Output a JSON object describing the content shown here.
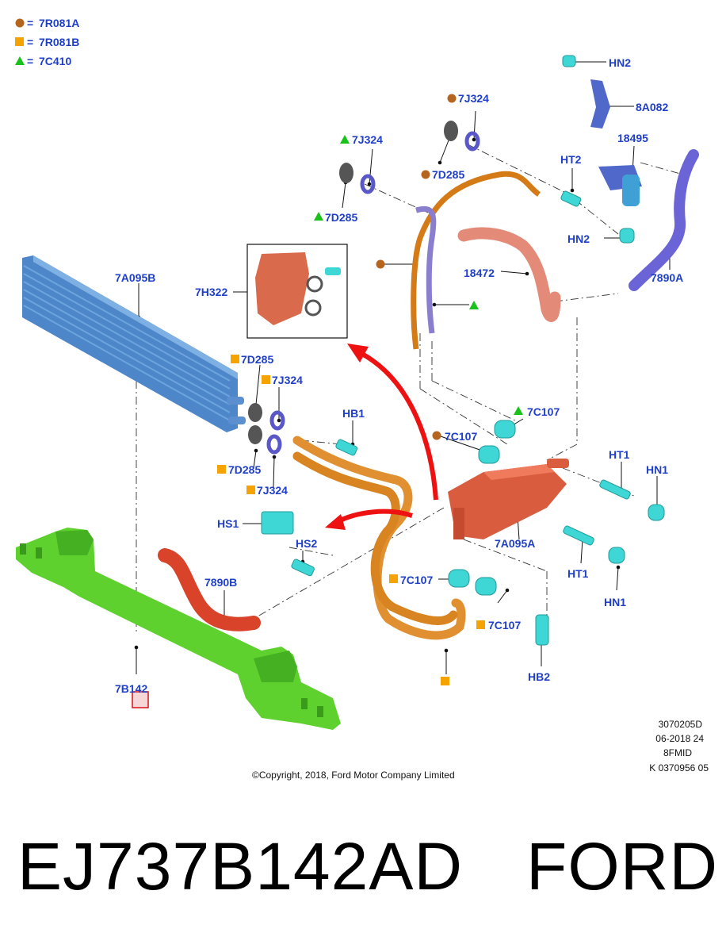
{
  "legend": [
    {
      "symbol": "circle",
      "color": "#b5651d",
      "code": "7R081A"
    },
    {
      "symbol": "square",
      "color": "#f5a300",
      "code": "7R081B"
    },
    {
      "symbol": "triangle",
      "color": "#19c21a",
      "code": "7C410"
    }
  ],
  "callouts": {
    "hn2_top": "HN2",
    "a8a082": "8A082",
    "j7324_a": "7J324",
    "j7324_b": "7J324",
    "d7285_a": "7D285",
    "d7285_b": "7D285",
    "ht2": "HT2",
    "p18495": "18495",
    "hn2_mid": "HN2",
    "p18472": "18472",
    "a7890a": "7890A",
    "a7a095b": "7A095B",
    "h7h322": "7H322",
    "d7285_c": "7D285",
    "j7324_c": "7J324",
    "hb1": "HB1",
    "c7c107_a": "7C107",
    "c7c107_b": "7C107",
    "ht1_a": "HT1",
    "hn1_a": "HN1",
    "d7285_d": "7D285",
    "j7324_d": "7J324",
    "hs1": "HS1",
    "hs2": "HS2",
    "a7a095a": "7A095A",
    "a7890b": "7890B",
    "c7c107_c": "7C107",
    "c7c107_d": "7C107",
    "ht1_b": "HT1",
    "hn1_b": "HN1",
    "hb2": "HB2",
    "b7b142": "7B142"
  },
  "refs": [
    "3070205D",
    "06-2018 24",
    "8FMID",
    "K 0370956 05"
  ],
  "copyright": "©Copyright, 2018, Ford Motor Company Limited",
  "part_number": "EJ737B142AD",
  "brand": "FORD",
  "colors": {
    "label": "#1f3fc9",
    "radiator": "#5b8fd0",
    "bracket": "#5ed12e",
    "hose_red": "#d9432a",
    "pipe_orange": "#e09030",
    "fitting_cyan": "#3fd6d6",
    "arrow_red": "#ee1111",
    "highlight_box": "#d81f26"
  }
}
